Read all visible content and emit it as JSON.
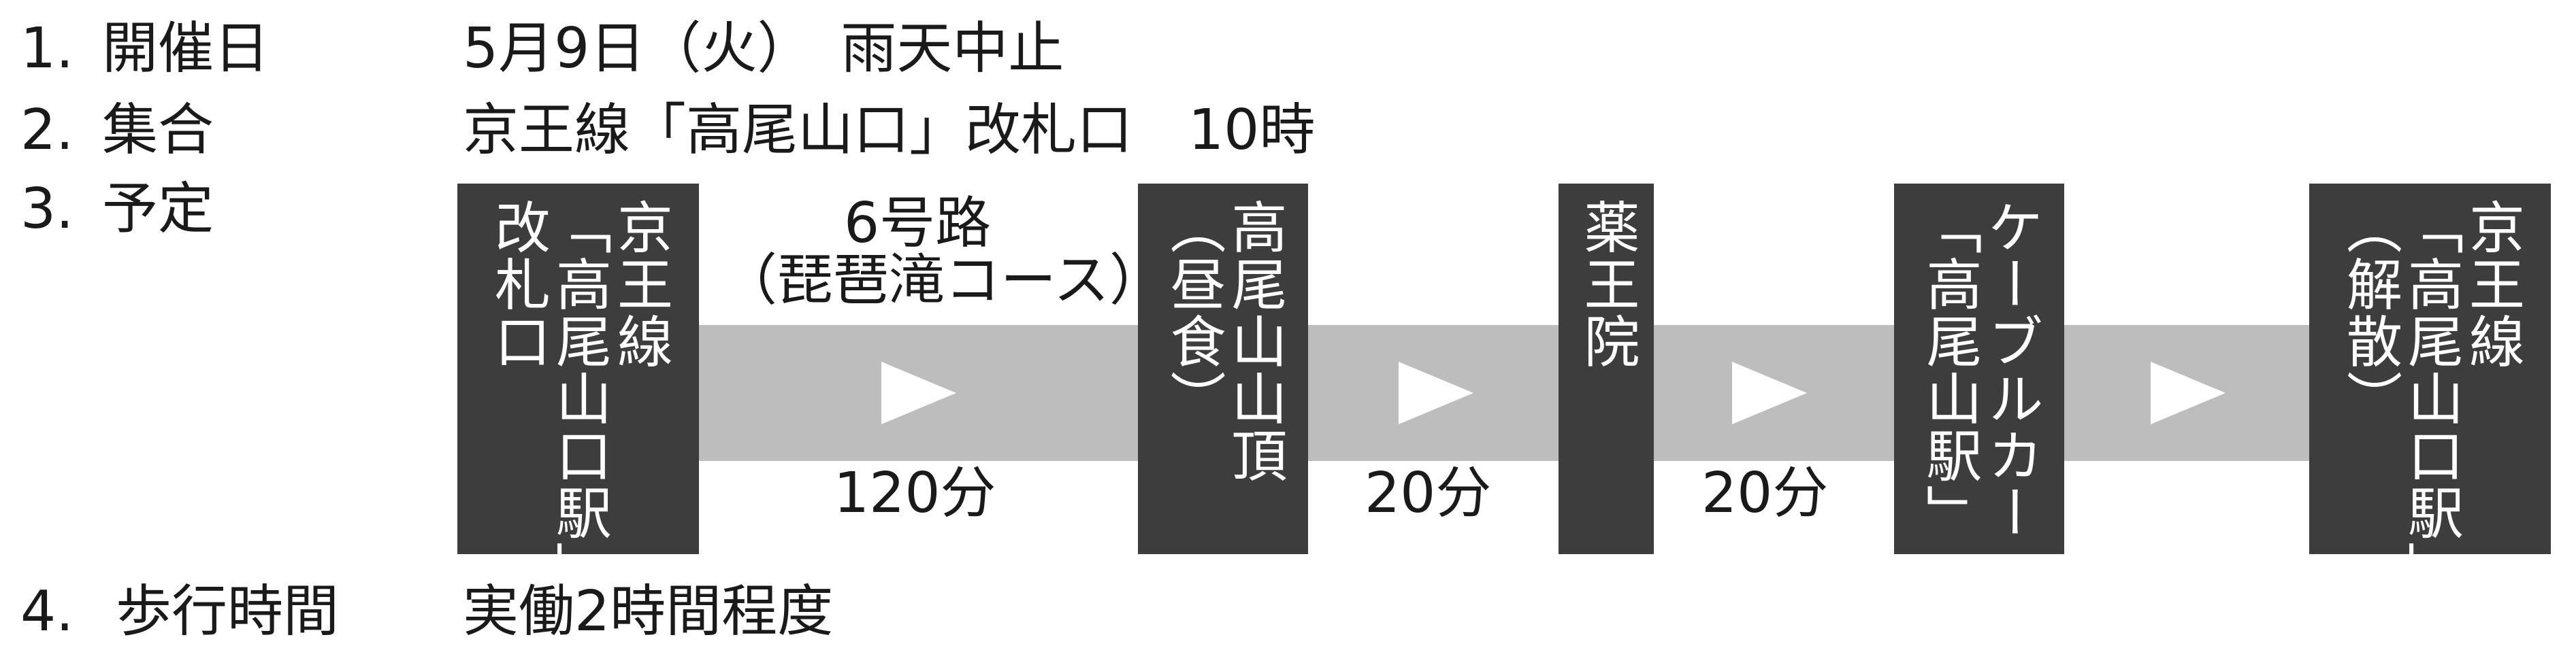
{
  "rows": [
    {
      "num": "1.",
      "label": "開催日",
      "value": "5月9日（火）　雨天中止"
    },
    {
      "num": "2.",
      "label": "集合",
      "value": "京王線「高尾山口」改札口　10時"
    },
    {
      "num": "3.",
      "label": "予定",
      "value": ""
    },
    {
      "num": "4.",
      "label": "歩行時間",
      "value": "実働2時間程度"
    }
  ],
  "schedule": {
    "stops": [
      {
        "columns": [
          "京王線",
          "「高尾山口駅」",
          "改札口"
        ]
      },
      {
        "columns": [
          "高尾山山頂",
          "（昼食）"
        ]
      },
      {
        "columns": [
          "薬王院"
        ]
      },
      {
        "columns": [
          "ケーブルカー",
          "「高尾山駅」"
        ]
      },
      {
        "columns": [
          "京王線",
          "「高尾山口駅」",
          "（解散）"
        ]
      }
    ],
    "segments": [
      {
        "route_line1": "6号路",
        "route_line2": "（琵琶滝コース）",
        "time": "120分"
      },
      {
        "route_line1": "",
        "route_line2": "",
        "time": "20分"
      },
      {
        "route_line1": "",
        "route_line2": "",
        "time": "20分"
      },
      {
        "route_line1": "",
        "route_line2": "",
        "time": ""
      }
    ]
  },
  "colors": {
    "box": "#3d3d3d",
    "band": "#bdbdbd",
    "arrow": "#ffffff",
    "text": "#1a1a1a"
  }
}
